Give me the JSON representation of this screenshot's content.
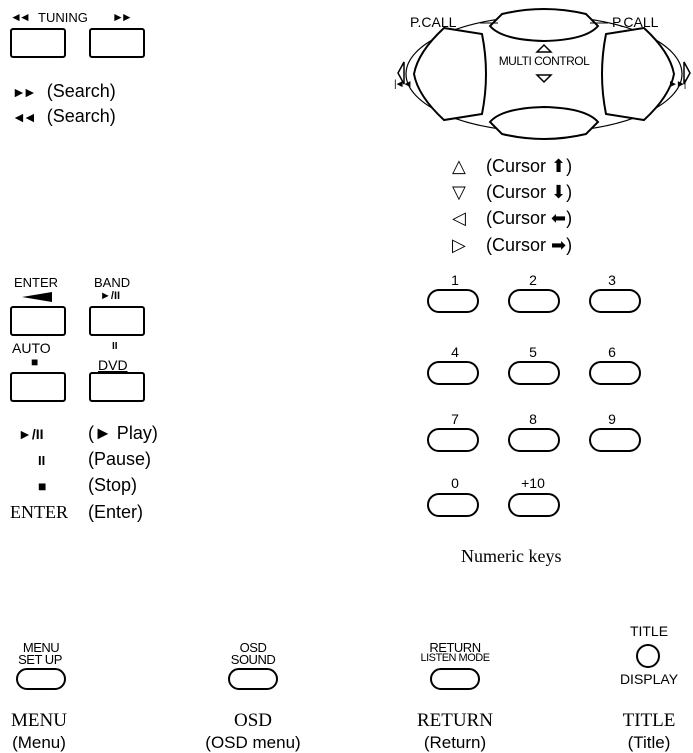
{
  "tuning": {
    "label": "TUNING",
    "legend": [
      {
        "symbol": "►►",
        "text": "(Search)"
      },
      {
        "symbol": "◄◄",
        "text": "(Search)"
      }
    ]
  },
  "multi_control": {
    "center_label": "MULTI CONTROL",
    "left_label": "P.CALL",
    "right_label": "P.CALL",
    "legend": [
      {
        "symbol": "△",
        "text": "(Cursor ",
        "arrow": "⬆",
        "close": ")"
      },
      {
        "symbol": "▽",
        "text": "(Cursor ",
        "arrow": "⬇",
        "close": ")"
      },
      {
        "symbol": "◁",
        "text": "(Cursor ",
        "arrow": "⬅",
        "close": ")"
      },
      {
        "symbol": "▷",
        "text": "(Cursor ",
        "arrow": "➡",
        "close": ")"
      }
    ]
  },
  "playback": {
    "enter_label": "ENTER",
    "band_label": "BAND",
    "play_pause_symbol": "►/II",
    "pause_symbol": "II",
    "auto_label": "AUTO",
    "stop_symbol": "■",
    "dvd_label": "DVD",
    "legend": [
      {
        "symbol": "►/II",
        "text": "(► Play)"
      },
      {
        "symbol": "II",
        "text": "(Pause)"
      },
      {
        "symbol": "■",
        "text": "(Stop)"
      },
      {
        "symbol": "ENTER",
        "text": "(Enter)"
      }
    ]
  },
  "numeric": {
    "keys": [
      "1",
      "2",
      "3",
      "4",
      "5",
      "6",
      "7",
      "8",
      "9",
      "0",
      "+10"
    ],
    "caption": "Numeric keys"
  },
  "bottom": [
    {
      "top": "MENU",
      "bottom": "SET UP",
      "name": "MENU",
      "desc": "(Menu)"
    },
    {
      "top": "OSD",
      "bottom": "SOUND",
      "name": "OSD",
      "desc": "(OSD menu)"
    },
    {
      "top": "RETURN",
      "bottom": "LISTEN MODE",
      "name": "RETURN",
      "desc": "(Return)"
    },
    {
      "top": "TITLE",
      "bottom": "DISPLAY",
      "name": "TITLE",
      "desc": "(Title)"
    }
  ]
}
